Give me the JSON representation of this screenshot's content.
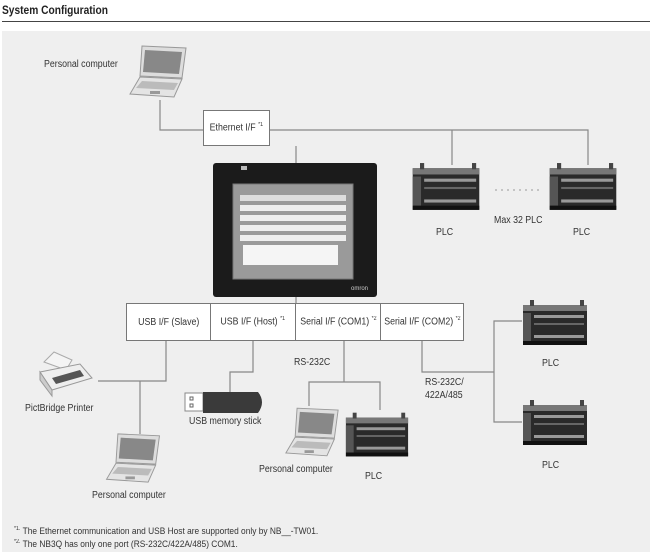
{
  "title": "System Configuration",
  "top_pc_label": "Personal computer",
  "ethernet": {
    "label": "Ethernet I/F",
    "note": "*1"
  },
  "ethernet_plcs": {
    "left_label": "PLC",
    "right_label": "PLC",
    "max_label": "Max 32 PLC"
  },
  "hmi": {
    "brand": "omron"
  },
  "ports": [
    {
      "label": "USB I/F (Slave)",
      "note": ""
    },
    {
      "label": "USB I/F (Host)",
      "note": "*1"
    },
    {
      "label": "Serial I/F (COM1)",
      "note": "*2"
    },
    {
      "label": "Serial I/F (COM2)",
      "note": "*2"
    }
  ],
  "slave": {
    "printer_label": "PictBridge Printer",
    "pc_label": "Personal computer"
  },
  "host": {
    "usb_label": "USB memory stick"
  },
  "com1": {
    "protocol": "RS-232C",
    "pc_label": "Personal computer",
    "plc_label": "PLC"
  },
  "com2": {
    "protocol_line1": "RS-232C/",
    "protocol_line2": "422A/485",
    "plc_top_label": "PLC",
    "plc_bottom_label": "PLC"
  },
  "footnotes": [
    {
      "mark": "*1.",
      "text": "The Ethernet communication and USB Host are supported only by NB__-TW01."
    },
    {
      "mark": "*2.",
      "text": "The NB3Q has only one port (RS-232C/422A/485) COM1."
    }
  ]
}
